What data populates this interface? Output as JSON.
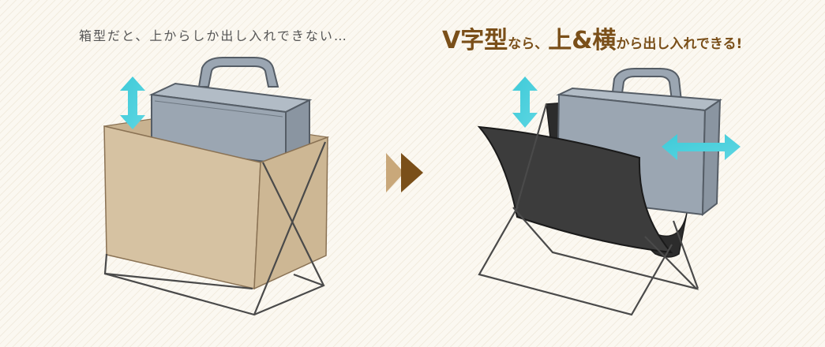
{
  "left_caption": "箱型だと、上からしか出し入れできない…",
  "right_caption": {
    "part1": "V字型",
    "part2": "なら、",
    "part3": "上&横",
    "part4": "から出し入れできる!"
  },
  "colors": {
    "box_fill": "#d6c2a2",
    "bag_fill": "#9ba6b2",
    "sling_fill": "#3c3c3c",
    "arrow_fill": "#3ecad8",
    "accent_brown": "#7a4f19",
    "frame_stroke": "#4a4a4a"
  },
  "icons": [
    "double-arrow-vertical-icon",
    "double-arrow-horizontal-icon",
    "forward-chevron-icon"
  ]
}
